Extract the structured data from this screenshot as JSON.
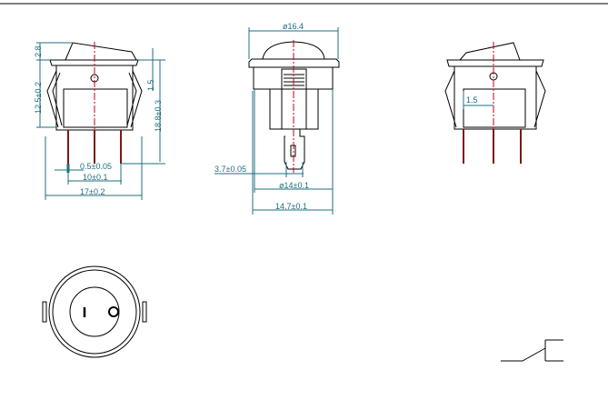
{
  "drawing": {
    "side_view": {
      "dims": {
        "rocker_height": "2.8",
        "body_height": "12.5±0.2",
        "flange": "1.5",
        "total_height": "18.8±0.3",
        "pin_width": "0.5±0.05",
        "pin_pitch": "10±0.1",
        "width": "17±0.2"
      }
    },
    "front_view": {
      "dims": {
        "cap_diameter": "ø16.4",
        "tab_width": "3.7±0.05",
        "body_diameter": "ø14±0.1",
        "body_width": "14.7±0.1"
      }
    },
    "rear_view": {
      "dims": {
        "offset": "1.5"
      }
    },
    "colors": {
      "dimension": "#1f6f7f",
      "centerline": "#c0001a",
      "outline": "#000000"
    }
  }
}
